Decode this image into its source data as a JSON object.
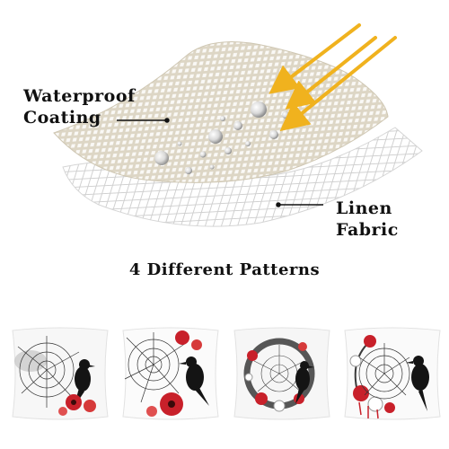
{
  "labels": {
    "waterproof_line1": "Waterproof",
    "waterproof_line2": "Coating",
    "linen_line1": "Linen",
    "linen_line2": "Fabric",
    "patterns_heading": "4 Different Patterns"
  },
  "colors": {
    "coating": "#ddd6c5",
    "linen": "#d8d8d8",
    "arrow": "#f0b21e",
    "text": "#111111",
    "accent_red": "#c8202a",
    "crow": "#141414"
  },
  "pillows": [
    {
      "name": "pattern-1",
      "icons": [
        "spider-web-icon",
        "crow-icon",
        "red-flower-icon"
      ]
    },
    {
      "name": "pattern-2",
      "icons": [
        "spider-web-icon",
        "crow-icon",
        "red-flower-icon"
      ]
    },
    {
      "name": "pattern-3",
      "icons": [
        "spider-web-icon",
        "flower-wreath-icon",
        "crow-icon"
      ]
    },
    {
      "name": "pattern-4",
      "icons": [
        "spider-web-icon",
        "flower-wreath-icon",
        "crow-icon"
      ]
    }
  ]
}
